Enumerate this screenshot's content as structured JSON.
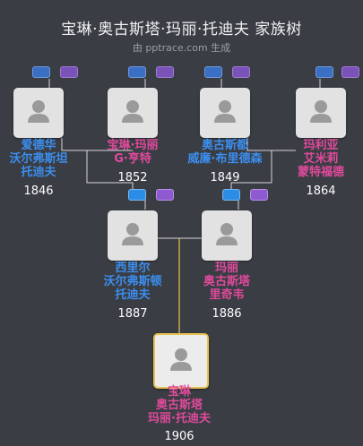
{
  "header": {
    "title": "宝琳·奥古斯塔·玛丽·托迪夫 家族树",
    "subtitle": "由 pptrace.com 生成"
  },
  "people": {
    "p1": {
      "name_lines": [
        "爱德华",
        "沃尔弗斯坦",
        "托迪夫"
      ],
      "year": "1846",
      "gender": "m"
    },
    "p2": {
      "name_lines": [
        "宝琳·玛丽",
        "G·亨特"
      ],
      "year": "1852",
      "gender": "f"
    },
    "p3": {
      "name_lines": [
        "奥古斯都",
        "威廉·布里德森"
      ],
      "year": "1849",
      "gender": "m"
    },
    "p4": {
      "name_lines": [
        "玛利亚",
        "艾米莉",
        "蒙特福德"
      ],
      "year": "1864",
      "gender": "f"
    },
    "p5": {
      "name_lines": [
        "西里尔",
        "沃尔弗斯顿",
        "托迪夫"
      ],
      "year": "1887",
      "gender": "m"
    },
    "p6": {
      "name_lines": [
        "玛丽",
        "奥古斯塔",
        "里奇韦"
      ],
      "year": "1886",
      "gender": "f"
    },
    "p7": {
      "name_lines": [
        "宝琳",
        "奥古斯塔",
        "玛丽·托迪夫"
      ],
      "year": "1906",
      "gender": "f"
    }
  },
  "colors": {
    "background": "#3a3d44",
    "male": "#3b8ff0",
    "female": "#e04a9c",
    "line": "#d7d7d7",
    "focus_line": "#e8c24f"
  },
  "icons": {
    "photo": "person-silhouette-icon",
    "expand_father": "blue-toggle-icon",
    "expand_mother": "purple-toggle-icon"
  }
}
